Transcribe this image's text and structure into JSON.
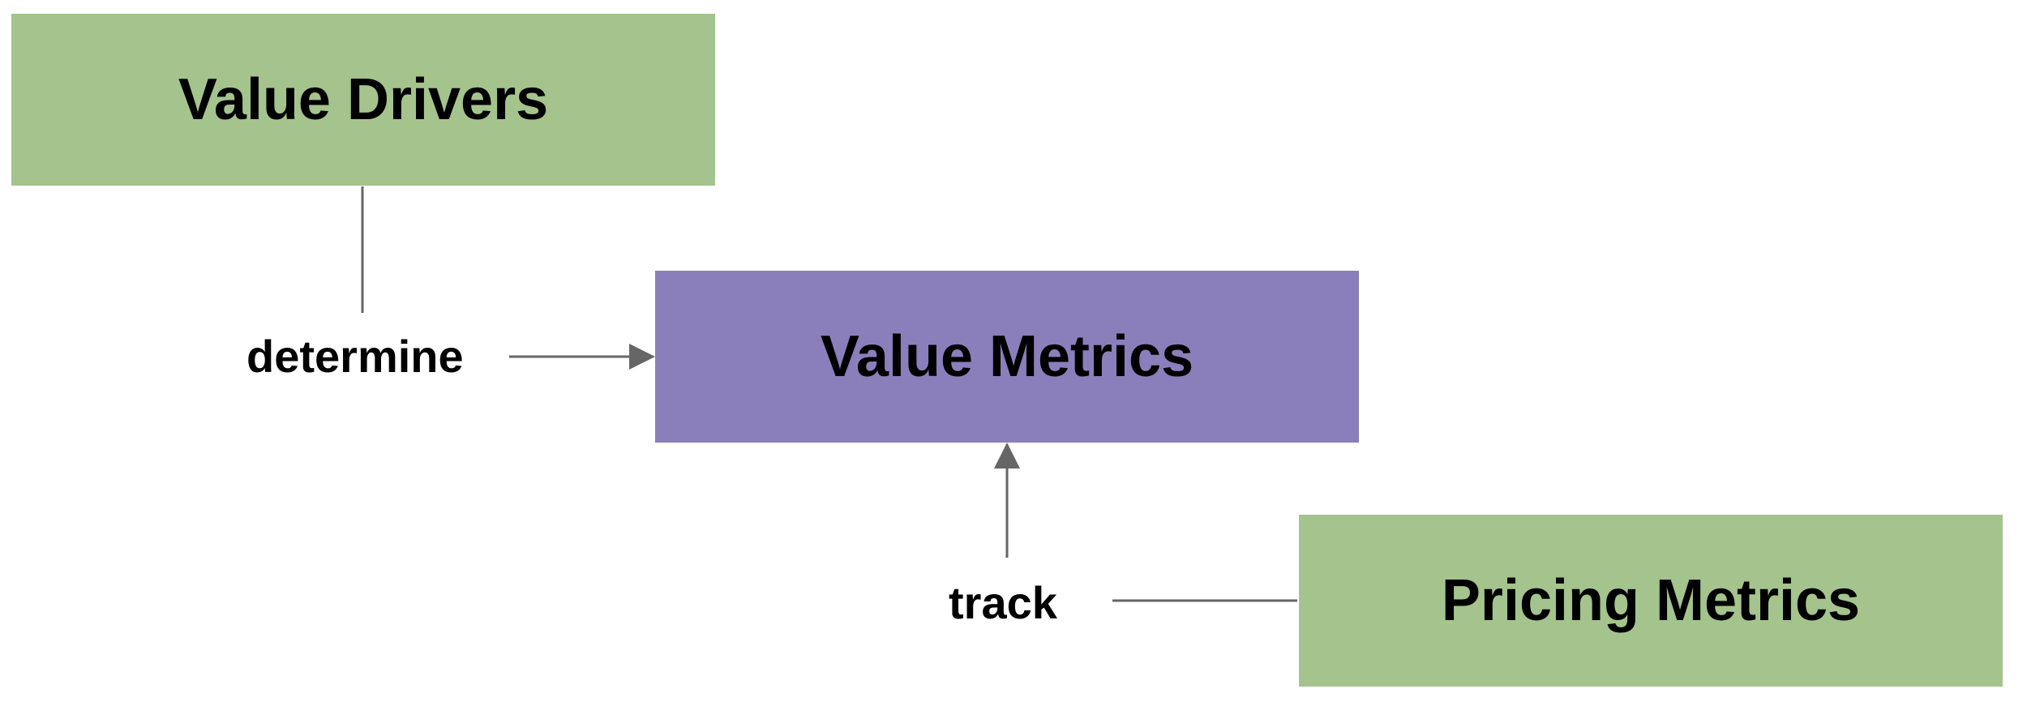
{
  "nodes": {
    "value_drivers": {
      "label": "Value Drivers",
      "color": "#a5c38c"
    },
    "value_metrics": {
      "label": "Value Metrics",
      "color": "#8a7fba"
    },
    "pricing_metrics": {
      "label": "Pricing Metrics",
      "color": "#a5c38c"
    }
  },
  "edges": {
    "determine": {
      "label": "determine",
      "from": "Value Drivers",
      "to": "Value Metrics"
    },
    "track": {
      "label": "track",
      "from": "Pricing Metrics",
      "to": "Value Metrics"
    }
  },
  "colors": {
    "connector": "#666666",
    "text": "#000000",
    "background": "#ffffff"
  }
}
